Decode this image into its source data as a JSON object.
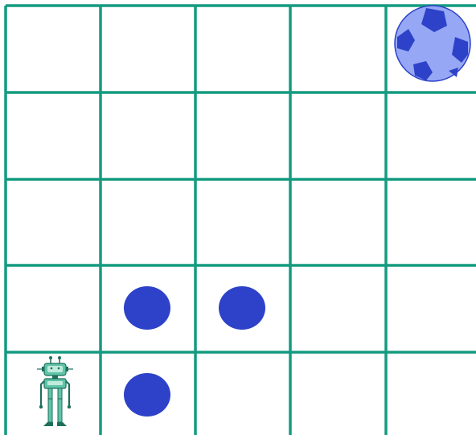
{
  "grid": {
    "rows": 5,
    "cols": 5,
    "line_color": "#149b80"
  },
  "pieces": {
    "robot": {
      "icon": "robot-icon",
      "row": 4,
      "col": 0,
      "color": "#5fc4a8"
    },
    "ball": {
      "icon": "soccer-ball-icon",
      "row": 0,
      "col": 4,
      "light_color": "#96a8f5",
      "dark_color": "#2d42c8"
    },
    "dots": {
      "icon": "blue-dot-icon",
      "color": "#2d42c8",
      "cells": [
        {
          "row": 3,
          "col": 1
        },
        {
          "row": 3,
          "col": 2
        },
        {
          "row": 4,
          "col": 1
        }
      ]
    }
  }
}
